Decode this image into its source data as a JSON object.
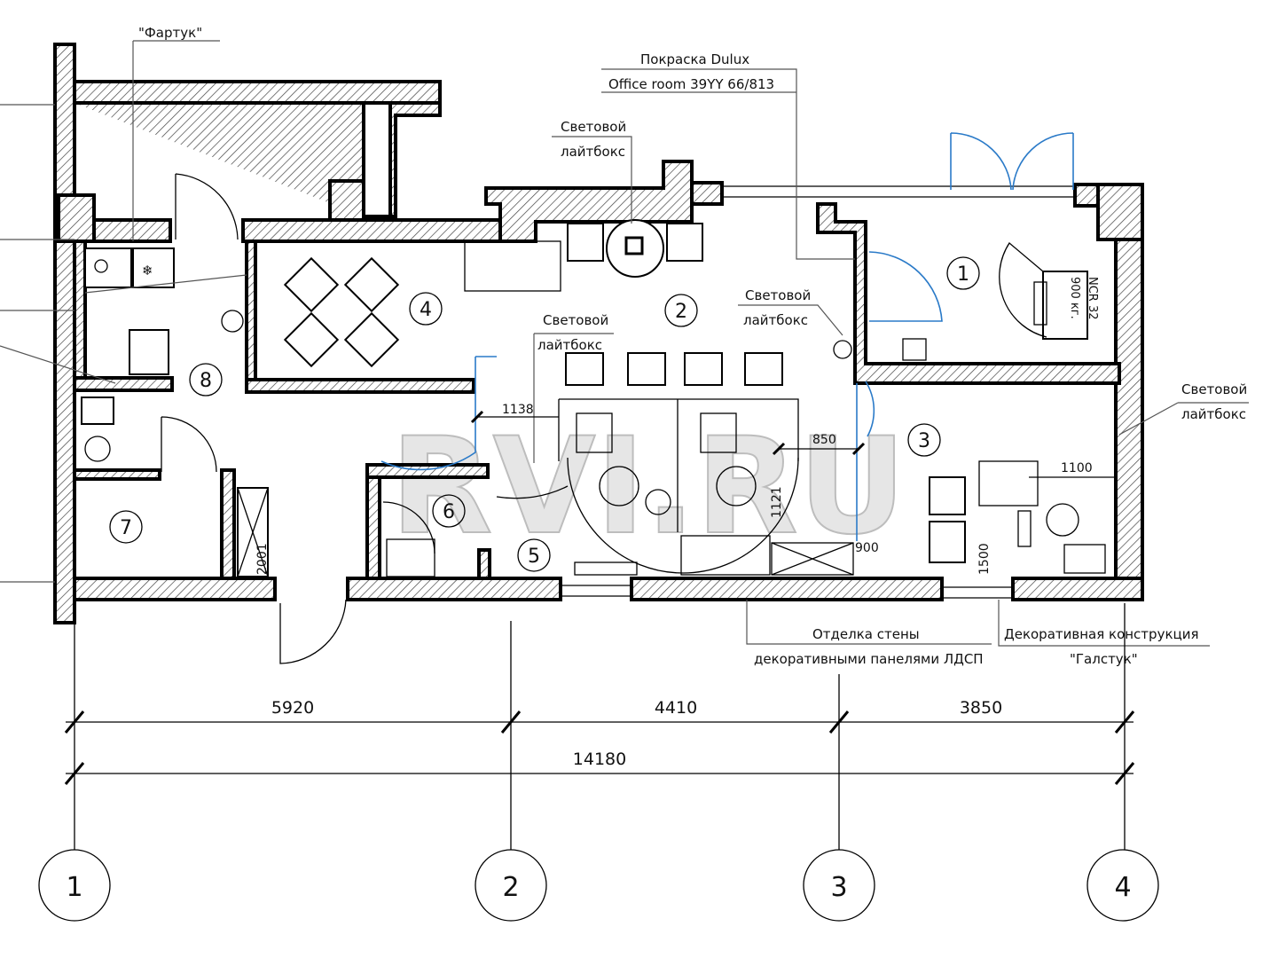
{
  "watermark": "RVI.RU",
  "annotations": {
    "apron": "\"Фартук\"",
    "paint_line1": "Покраска Dulux",
    "paint_line2": "Office room 39YY 66/813",
    "lightbox_a_line1": "Световой",
    "lightbox_a_line2": "лайтбокс",
    "lightbox_b_line1": "Световой",
    "lightbox_b_line2": "лайтбокс",
    "lightbox_c_line1": "Световой",
    "lightbox_c_line2": "лайтбокс",
    "lightbox_d_line1": "Световой",
    "lightbox_d_line2": "лайтбокс",
    "wall_finish_line1": "Отделка стены",
    "wall_finish_line2": "декоративными панелями ЛДСП",
    "deco_line1": "Декоративная конструкция",
    "deco_line2": "\"Галстук\"",
    "safe_line1": "NCR 32",
    "safe_line2": "900 кг."
  },
  "rooms": [
    "1",
    "2",
    "3",
    "4",
    "5",
    "6",
    "7",
    "8"
  ],
  "inner_dims": {
    "d1138": "1138",
    "d850": "850",
    "d1100": "1100",
    "d1121": "1121",
    "d2001": "2001",
    "d1500": "1500",
    "d900": "900"
  },
  "dimensions": {
    "span_1_2": "5920",
    "span_2_3": "4410",
    "span_3_4": "3850",
    "total": "14180"
  },
  "axes": [
    "1",
    "2",
    "3",
    "4"
  ]
}
